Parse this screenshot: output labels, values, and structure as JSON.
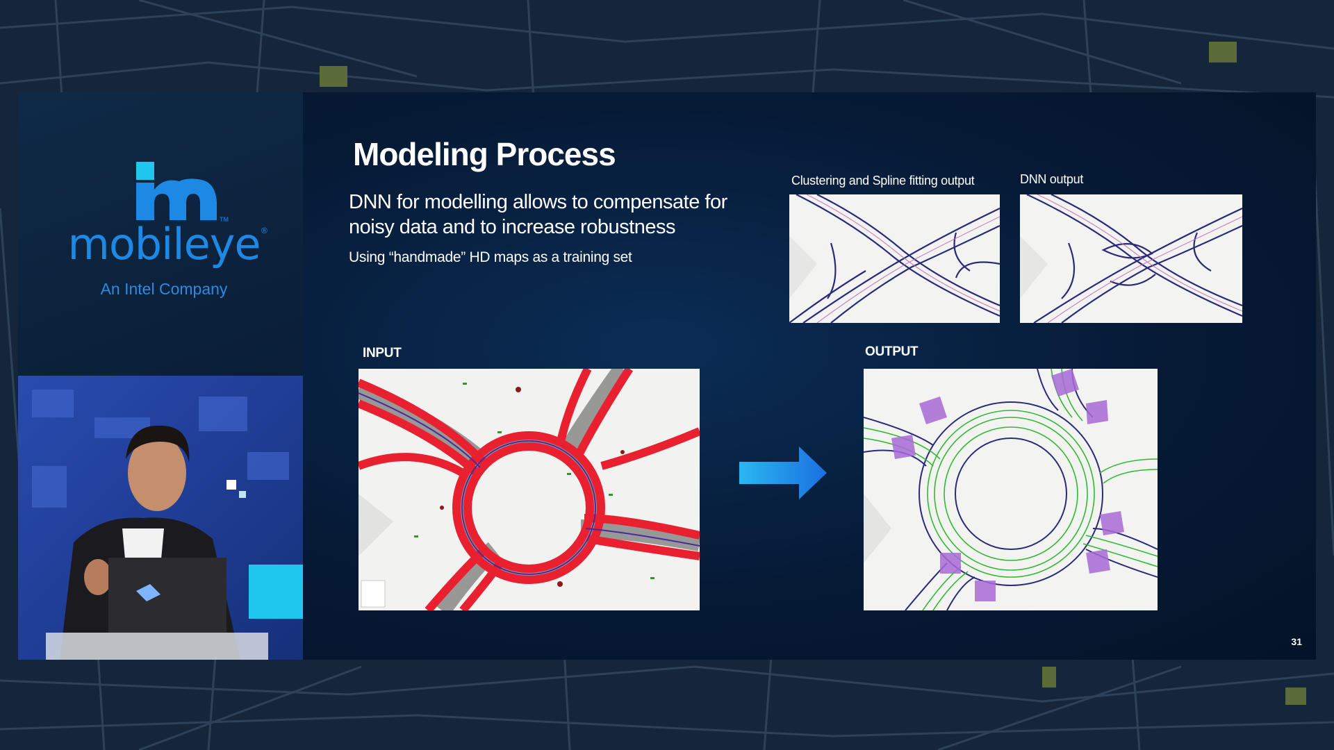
{
  "brand": {
    "wordmark": "mobileye",
    "registered": "®",
    "tagline": "An Intel Company",
    "color": "#1e88e5",
    "mark_color": "#1fc6ee"
  },
  "slide": {
    "title": "Modeling Process",
    "subtitle": "DNN for modelling allows to compensate for noisy data and to increase robustness",
    "note": "Using “handmade” HD maps as a training set",
    "page_number": "31",
    "panels": {
      "clustering_label": "Clustering and Spline fitting output",
      "dnn_label": "DNN output",
      "input_label": "INPUT",
      "output_label": "OUTPUT"
    },
    "arrow_color": "#1e88e5"
  },
  "colors": {
    "background": "#16263a",
    "slide_background": "#061a36",
    "input_track": "#e8202f",
    "output_lane": "#33b833",
    "crosswalk": "#a86ad6"
  }
}
